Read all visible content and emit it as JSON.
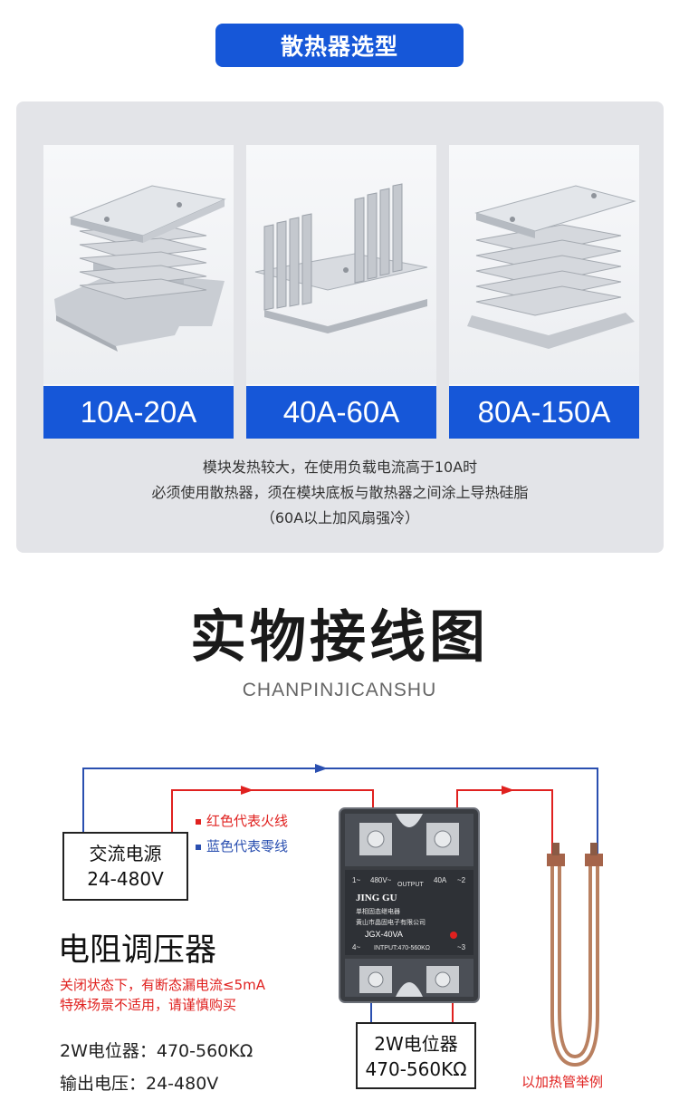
{
  "header": {
    "title": "散热器选型"
  },
  "heatsinks": [
    {
      "label": "10A-20A",
      "icon": "heatsink-small-image"
    },
    {
      "label": "40A-60A",
      "icon": "heatsink-medium-image"
    },
    {
      "label": "80A-150A",
      "icon": "heatsink-large-image"
    }
  ],
  "panel_note": [
    "模块发热较大，在使用负载电流高于10A时",
    "必须使用散热器，须在模块底板与散热器之间涂上导热硅脂",
    "（60A以上加风扇强冷）"
  ],
  "wiring": {
    "title": "实物接线图",
    "subtitle": "CHANPINJICANSHU",
    "power_box": [
      "交流电源",
      "24-480V"
    ],
    "legend_red": "红色代表火线",
    "legend_blue": "蓝色代表零线",
    "pot_box": [
      "2W电位器",
      "470-560KΩ"
    ],
    "product_name": "电阻调压器",
    "warning": [
      "关闭状态下，有断态漏电流≤5mA",
      "特殊场景不适用，请谨慎购买"
    ],
    "spec_pot": "2W电位器：470-560KΩ",
    "spec_output": "输出电压：24-480V",
    "heater_caption": "以加热管举例",
    "relay": {
      "brand": "JING GU",
      "output_left": "480V~",
      "output_mid": "OUTPUT",
      "output_right": "40A",
      "terminal_1": "1~",
      "terminal_2": "~2",
      "terminal_3": "~3",
      "terminal_4": "4~",
      "line_1": "单相固态继电器",
      "line_2": "黄山市晶固电子有限公司",
      "model": "JGX-40VA",
      "input": "INTPUT:470-560KΩ"
    },
    "colors": {
      "live": "#e0211f",
      "neutral": "#2a4fb0",
      "accent": "#1657d8"
    }
  }
}
